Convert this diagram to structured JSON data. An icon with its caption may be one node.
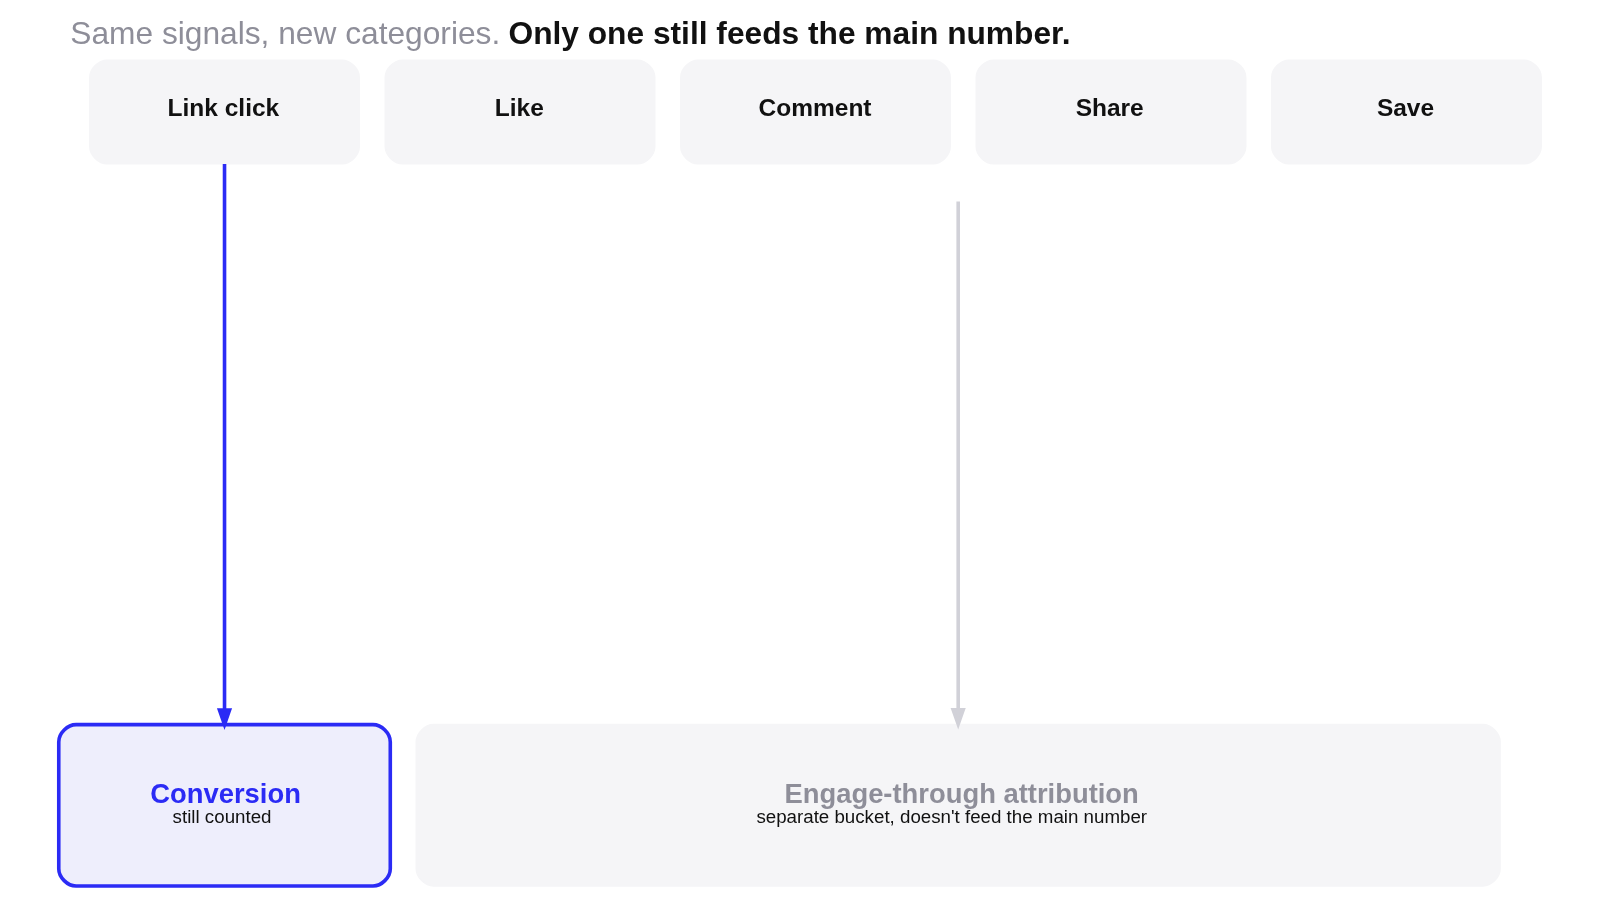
{
  "diagram": {
    "title": "Same signals, new categories. **Only one still feeds the main number.**",
    "nodes": [
      {
        "text": [
          "Link click"
        ]
      },
      {
        "text": [
          "Like"
        ]
      },
      {
        "text": [
          "Comment"
        ]
      },
      {
        "text": [
          "Share"
        ]
      },
      {
        "text": [
          "Save"
        ]
      },
      {
        "text": [
          "Conversion",
          "still counted"
        ]
      },
      {
        "text": [
          "Engage-through attribution",
          "separate bucket, doesn't feed the main number"
        ]
      }
    ],
    "edges": [
      {
        "from": 0,
        "to": 5,
        "arrow": "to",
        "color": "#2b2bf5"
      },
      {
        "from": null,
        "to": 6,
        "arrow": "to",
        "color": "#d1d1d8"
      }
    ]
  }
}
